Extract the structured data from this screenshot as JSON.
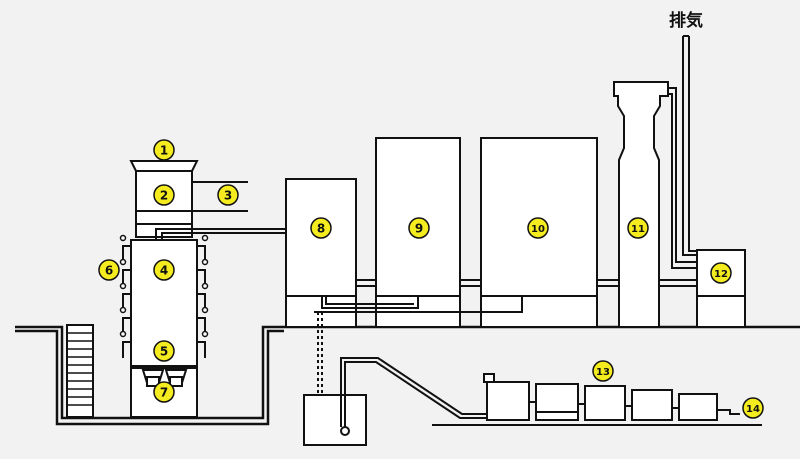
{
  "exhaust_label": "排気",
  "badges": {
    "b1": "1",
    "b2": "2",
    "b3": "3",
    "b4": "4",
    "b5": "5",
    "b6": "6",
    "b7": "7",
    "b8": "8",
    "b9": "9",
    "b10": "10",
    "b11": "11",
    "b12": "12",
    "b13": "13",
    "b14": "14"
  },
  "colors": {
    "background": "#f2f2f2",
    "equipment": "#ffffff",
    "outline": "#111111",
    "badge": "#f5ec1f"
  }
}
